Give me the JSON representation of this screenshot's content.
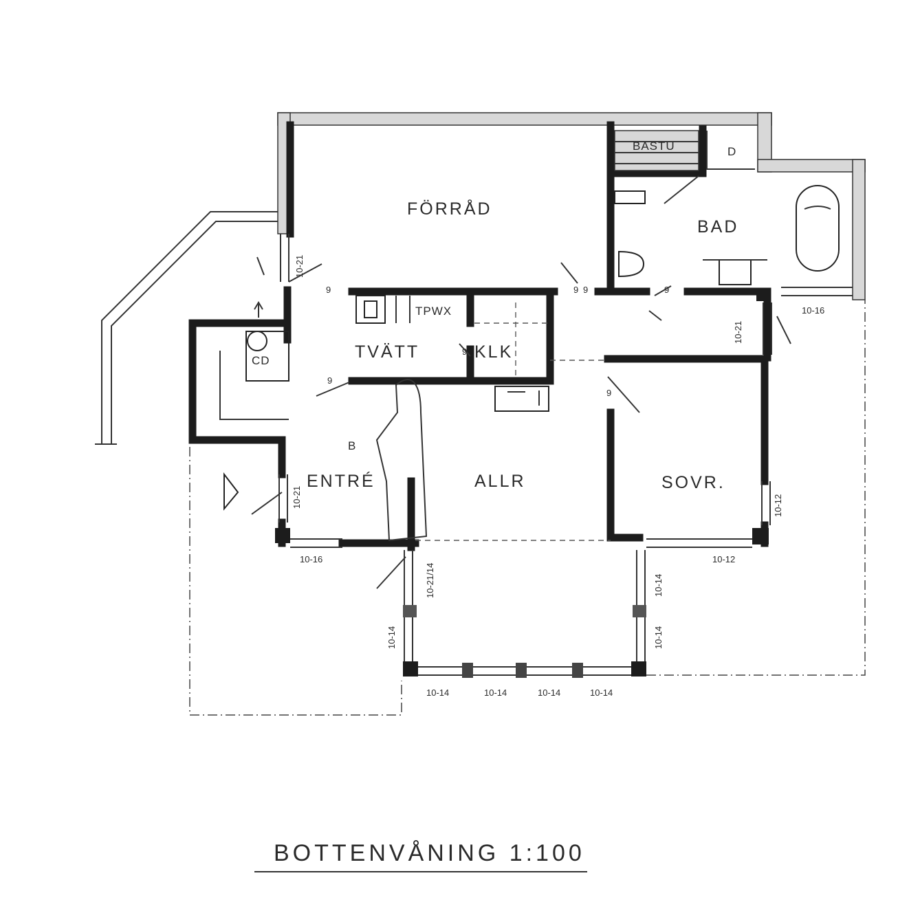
{
  "drawing": {
    "title": "BOTTENVÅNING 1:100",
    "rooms": {
      "forrad": "FÖRRÅD",
      "bastu": "BASTU",
      "d_upper": "D",
      "bad": "BAD",
      "tpwx": "TPWX",
      "tvatt": "TVÄTT",
      "klk": "KLK",
      "cd": "CD",
      "entre": "ENTRÉ",
      "allr": "ALLR",
      "sovr": "SOVR.",
      "b": "B"
    },
    "door_marks": {
      "d1": "9",
      "d2": "9",
      "d3": "9",
      "d4": "9",
      "d5": "9",
      "d6": "9",
      "d7": "9"
    },
    "dimensions": {
      "w_entre_bottom": "10-16",
      "w_sovr_bottom": "10-12",
      "w_bad_right": "10-16",
      "w_bottom_1": "10-14",
      "w_bottom_2": "10-14",
      "w_bottom_3": "10-14",
      "w_bottom_4": "10-14",
      "v_top_left": "10-21",
      "v_entre": "10-21",
      "v_hall_right": "10-21",
      "v_sovr_right": "10-12",
      "v_allr_door": "10-21/14",
      "v_left_glass": "10-14",
      "v_right_glass_1": "10-14",
      "v_right_glass_2": "10-14"
    }
  }
}
